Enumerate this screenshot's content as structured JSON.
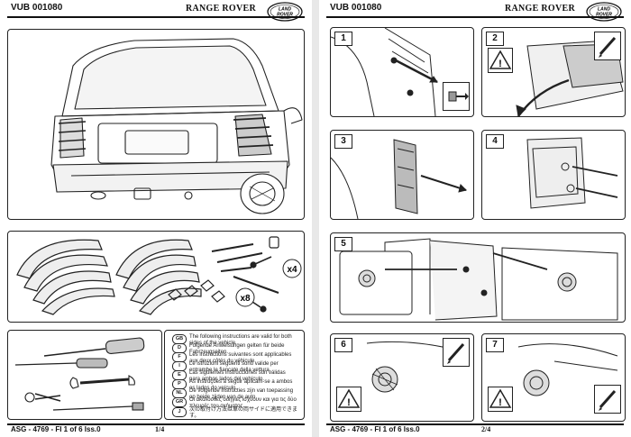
{
  "header": {
    "code": "VUB 001080",
    "brand": "RANGE ROVER",
    "logo_text": "LAND ROVER"
  },
  "page1": {
    "footer_ref": "ASG - 4769 - FI 1 of 6 Iss.0",
    "page_num": "1/4",
    "kit_labels": {
      "qty_a": "x4",
      "qty_b": "x8"
    },
    "languages": [
      {
        "code": "GB",
        "text": "The following instructions are valid for both sides of the vehicle."
      },
      {
        "code": "D",
        "text": "Folgende Anweisungen gelten für beide Fahrzeugseiten."
      },
      {
        "code": "F",
        "text": "Les instructions suivantes sont applicables aux deux côtés du véhicule."
      },
      {
        "code": "I",
        "text": "Le istruzioni seguenti sono valide per entrambe le fiancate della vettura."
      },
      {
        "code": "E",
        "text": "Las siguientes instrucciones son válidas para ambos lados del vehículo."
      },
      {
        "code": "P",
        "text": "As instruções a seguir aplicam-se a ambos os lados do veículo."
      },
      {
        "code": "NL",
        "text": "De volgende instructies zijn van toepassing op beide zijden van de auto."
      },
      {
        "code": "GR",
        "text": "Οι ακόλουθες οδηγίες ισχύουν και για τις δύο πλευρές του οχήματος."
      },
      {
        "code": "J",
        "text": "次の取付け方法は車の両サイドに適用できます。"
      }
    ]
  },
  "page2": {
    "footer_ref": "ASG - 4769 - FI 1 of 6 Iss.0",
    "page_num": "2/4",
    "steps": [
      "1",
      "2",
      "3",
      "4",
      "5",
      "6",
      "7"
    ]
  },
  "icons": [
    "warning-icon",
    "pencil-tool-icon",
    "screw-arrow-icon"
  ]
}
